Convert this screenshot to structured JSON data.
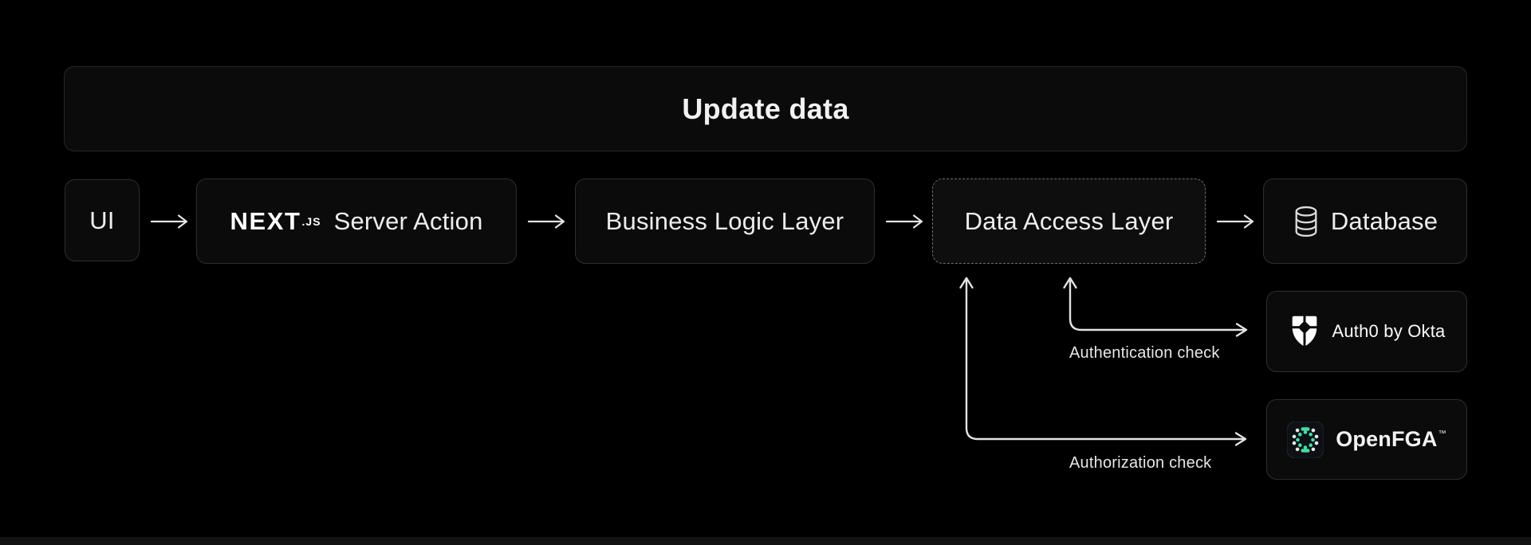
{
  "canvas": {
    "bg_color": "#000000",
    "box_bg_color": "#0b0b0c",
    "box_border_color": "#2e2e30",
    "dashed_border_color": "#6e6e6e",
    "arrow_color": "#e3e3e3",
    "text_color": "#ededed",
    "accent_teal": "#3ee0a8"
  },
  "title_bar": {
    "label": "Update data"
  },
  "flow": {
    "ui": {
      "label": "UI"
    },
    "server_action": {
      "logo_text": "NEXT",
      "logo_suffix": ".JS",
      "label": "Server Action"
    },
    "business_logic": {
      "label": "Business Logic Layer"
    },
    "data_access": {
      "label": "Data Access Layer"
    },
    "database": {
      "label": "Database"
    }
  },
  "services": {
    "auth0": {
      "label": "Auth0 by Okta"
    },
    "openfga": {
      "label": "OpenFGA",
      "trademark": "™"
    }
  },
  "edge_labels": {
    "authentication": "Authentication check",
    "authorization": "Authorization check"
  },
  "icons": [
    "nextjs-wordmark",
    "database-cylinder-icon",
    "auth0-shield-icon",
    "openfga-dots-icon"
  ]
}
